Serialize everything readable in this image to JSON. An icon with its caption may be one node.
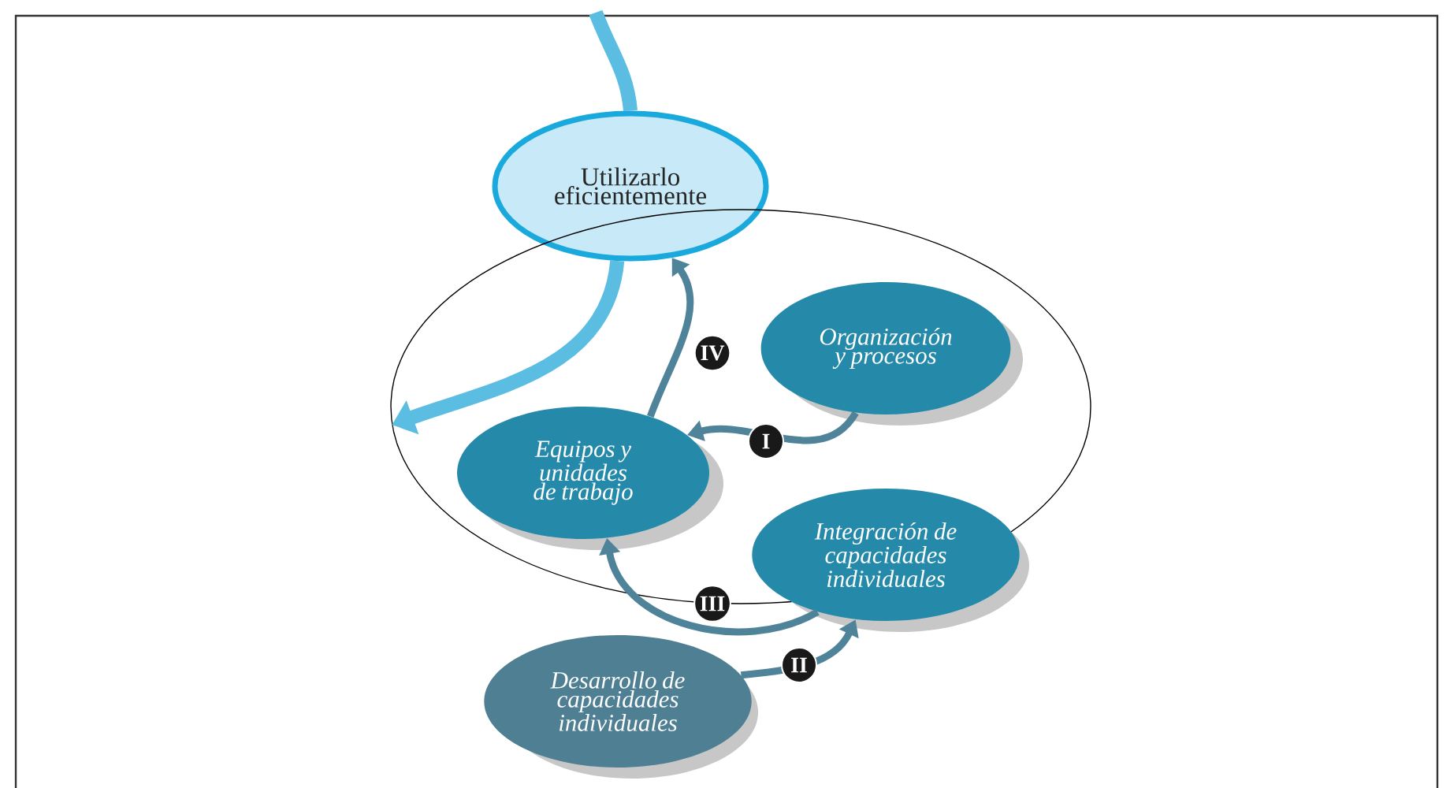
{
  "diagram": {
    "nodes": [
      {
        "text": [
          "Utilizarlo eficientemente"
        ]
      },
      {
        "text": [],
        "shape": "circle"
      },
      {
        "text": [
          "Organización y procesos"
        ],
        "in": 1
      },
      {
        "text": [
          "Equipos y unidades de trabajo"
        ],
        "in": 1
      },
      {
        "text": [
          "Integración de capacidades individuales"
        ]
      },
      {
        "text": [
          "Desarrollo de capacidades individuales"
        ]
      }
    ],
    "edges": [
      {
        "from": null,
        "to": 0,
        "arrow": "none",
        "style": "thick",
        "color": "#5cbde2"
      },
      {
        "from": 0,
        "to": 1,
        "arrow": "to",
        "style": "thick",
        "color": "#5cbde2"
      },
      {
        "from": 2,
        "to": 3,
        "arrow": "to",
        "label": "I"
      },
      {
        "from": 5,
        "to": 4,
        "arrow": "to",
        "label": "II"
      },
      {
        "from": 4,
        "to": 3,
        "arrow": "to",
        "label": "III"
      },
      {
        "from": 3,
        "to": 0,
        "arrow": "to",
        "label": "IV"
      }
    ]
  }
}
